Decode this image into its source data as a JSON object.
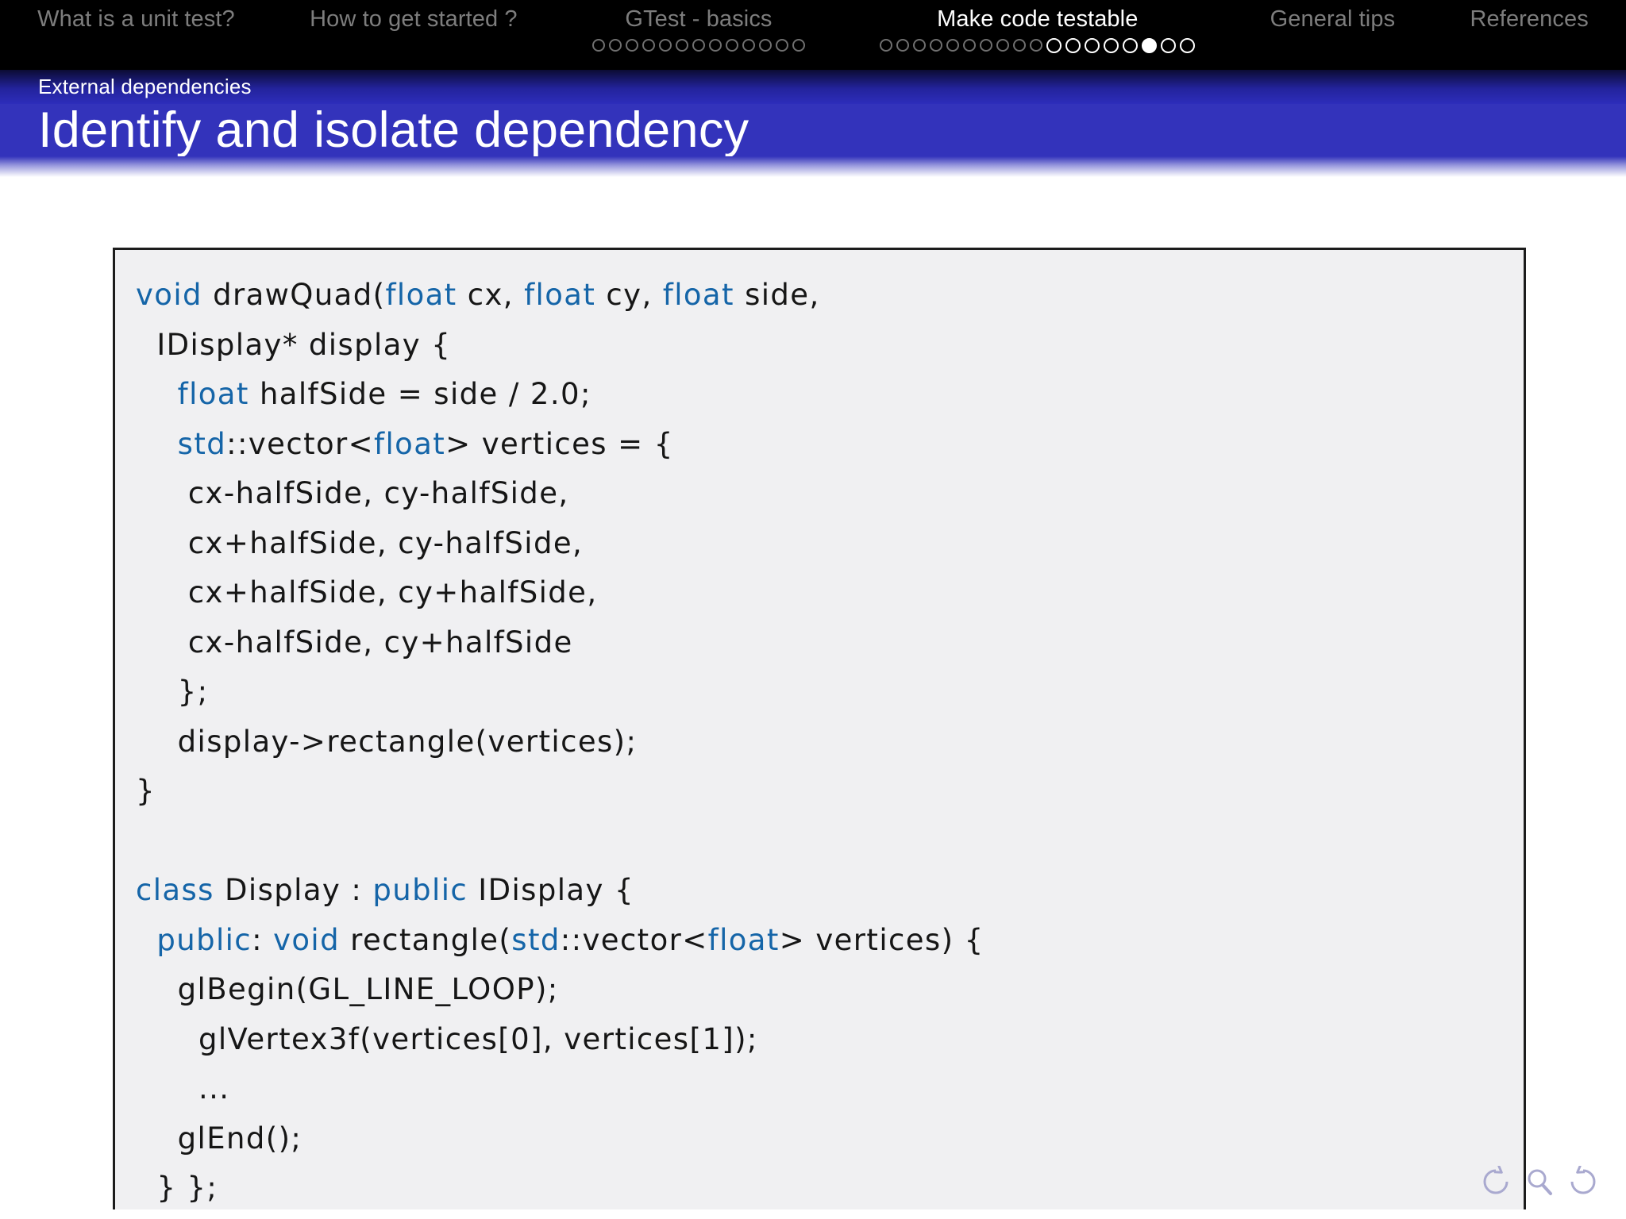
{
  "nav": {
    "sections": [
      {
        "label": "What is a unit test?",
        "active": false,
        "dots": []
      },
      {
        "label": "How to get started ?",
        "active": false,
        "dots": []
      },
      {
        "label": "GTest - basics",
        "active": false,
        "dots": [
          "dim",
          "dim",
          "dim",
          "dim",
          "dim",
          "dim",
          "dim",
          "dim",
          "dim",
          "dim",
          "dim",
          "dim",
          "dim"
        ]
      },
      {
        "label": "Make code testable",
        "active": true,
        "dots": [
          "dim",
          "dim",
          "dim",
          "dim",
          "dim",
          "dim",
          "dim",
          "dim",
          "dim",
          "dim",
          "bright",
          "bright",
          "bright",
          "bright",
          "bright",
          "filled",
          "bright",
          "bright"
        ]
      },
      {
        "label": "General tips",
        "active": false,
        "dots": []
      },
      {
        "label": "References",
        "active": false,
        "dots": []
      }
    ]
  },
  "subsection": {
    "label": "External dependencies"
  },
  "title": {
    "text": "Identify and isolate dependency"
  },
  "code": {
    "language": "cpp",
    "lines": [
      {
        "indent": 0,
        "tokens": [
          {
            "t": "void",
            "k": true
          },
          {
            "t": " drawQuad(",
            "k": false
          },
          {
            "t": "float",
            "k": true
          },
          {
            "t": " cx, ",
            "k": false
          },
          {
            "t": "float",
            "k": true
          },
          {
            "t": " cy, ",
            "k": false
          },
          {
            "t": "float",
            "k": true
          },
          {
            "t": " side,",
            "k": false
          }
        ]
      },
      {
        "indent": 1,
        "tokens": [
          {
            "t": "IDisplay* display {",
            "k": false
          }
        ]
      },
      {
        "indent": 2,
        "tokens": [
          {
            "t": "float",
            "k": true
          },
          {
            "t": " halfSide = side / 2.0;",
            "k": false
          }
        ]
      },
      {
        "indent": 2,
        "tokens": [
          {
            "t": "std",
            "k": true
          },
          {
            "t": "::vector<",
            "k": false
          },
          {
            "t": "float",
            "k": true
          },
          {
            "t": "> vertices = {",
            "k": false
          }
        ]
      },
      {
        "indent": 2,
        "tokens": [
          {
            "t": " cx-halfSide, cy-halfSide,",
            "k": false
          }
        ]
      },
      {
        "indent": 2,
        "tokens": [
          {
            "t": " cx+halfSide, cy-halfSide,",
            "k": false
          }
        ]
      },
      {
        "indent": 2,
        "tokens": [
          {
            "t": " cx+halfSide, cy+halfSide,",
            "k": false
          }
        ]
      },
      {
        "indent": 2,
        "tokens": [
          {
            "t": " cx-halfSide, cy+halfSide",
            "k": false
          }
        ]
      },
      {
        "indent": 2,
        "tokens": [
          {
            "t": "};",
            "k": false
          }
        ]
      },
      {
        "indent": 2,
        "tokens": [
          {
            "t": "display->rectangle(vertices);",
            "k": false
          }
        ]
      },
      {
        "indent": 0,
        "tokens": [
          {
            "t": "}",
            "k": false
          }
        ]
      },
      {
        "indent": 0,
        "tokens": [
          {
            "t": "",
            "k": false
          }
        ]
      },
      {
        "indent": 0,
        "tokens": [
          {
            "t": "class",
            "k": true
          },
          {
            "t": " Display : ",
            "k": false
          },
          {
            "t": "public",
            "k": true
          },
          {
            "t": " IDisplay {",
            "k": false
          }
        ]
      },
      {
        "indent": 1,
        "tokens": [
          {
            "t": "public",
            "k": true
          },
          {
            "t": ": ",
            "k": false
          },
          {
            "t": "void",
            "k": true
          },
          {
            "t": " rectangle(",
            "k": false
          },
          {
            "t": "std",
            "k": true
          },
          {
            "t": "::vector<",
            "k": false
          },
          {
            "t": "float",
            "k": true
          },
          {
            "t": "> vertices) {",
            "k": false
          }
        ]
      },
      {
        "indent": 2,
        "tokens": [
          {
            "t": "glBegin(GL_LINE_LOOP);",
            "k": false
          }
        ]
      },
      {
        "indent": 3,
        "tokens": [
          {
            "t": "glVertex3f(vertices[0], vertices[1]);",
            "k": false
          }
        ]
      },
      {
        "indent": 3,
        "tokens": [
          {
            "t": "...",
            "k": false
          }
        ]
      },
      {
        "indent": 2,
        "tokens": [
          {
            "t": "glEnd();",
            "k": false
          }
        ]
      },
      {
        "indent": 1,
        "tokens": [
          {
            "t": "} };",
            "k": false
          }
        ]
      }
    ]
  },
  "bottom_nav": {
    "items": [
      {
        "name": "back-icon",
        "glyph": "back"
      },
      {
        "name": "search-icon",
        "glyph": "search"
      },
      {
        "name": "forward-icon",
        "glyph": "forward"
      }
    ]
  },
  "colors": {
    "nav_bg": "#000000",
    "nav_text_inactive": "#7d7d7d",
    "nav_text_active": "#ffffff",
    "title_bar": "#3333bb",
    "subsection_bar": "#23239c",
    "code_bg": "#f0f0f2",
    "code_border": "#1c1c1c",
    "keyword": "#1565a8",
    "bottom_nav_icon": "#a9a9cf"
  }
}
